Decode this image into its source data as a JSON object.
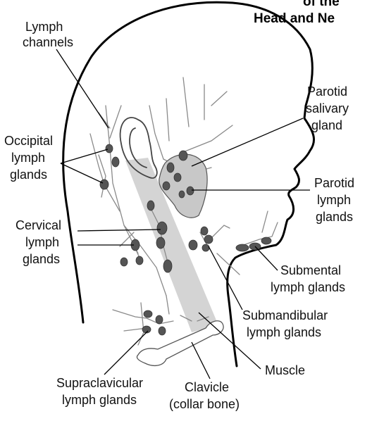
{
  "title": {
    "line1": "of the",
    "line2": "Head and Ne"
  },
  "labels": {
    "lymph_channels": [
      "Lymph",
      "channels"
    ],
    "occipital": [
      "Occipital",
      "lymph",
      "glands"
    ],
    "cervical": [
      "Cervical",
      "lymph",
      "glands"
    ],
    "parotid_salivary": [
      "Parotid",
      "salivary",
      "gland"
    ],
    "parotid_lymph": [
      "Parotid",
      "lymph",
      "glands"
    ],
    "submental": [
      "Submental",
      "lymph glands"
    ],
    "submandibular": [
      "Submandibular",
      "lymph glands"
    ],
    "muscle": [
      "Muscle"
    ],
    "clavicle": [
      "Clavicle",
      "(collar bone)"
    ],
    "supraclavicular": [
      "Supraclavicular",
      "lymph glands"
    ]
  },
  "colors": {
    "outline": "#000000",
    "lymph_node": "#555555",
    "salivary_gland": "#c8c8c8",
    "muscle": "#cfcfcf",
    "vessels": "#8a8a8a"
  }
}
